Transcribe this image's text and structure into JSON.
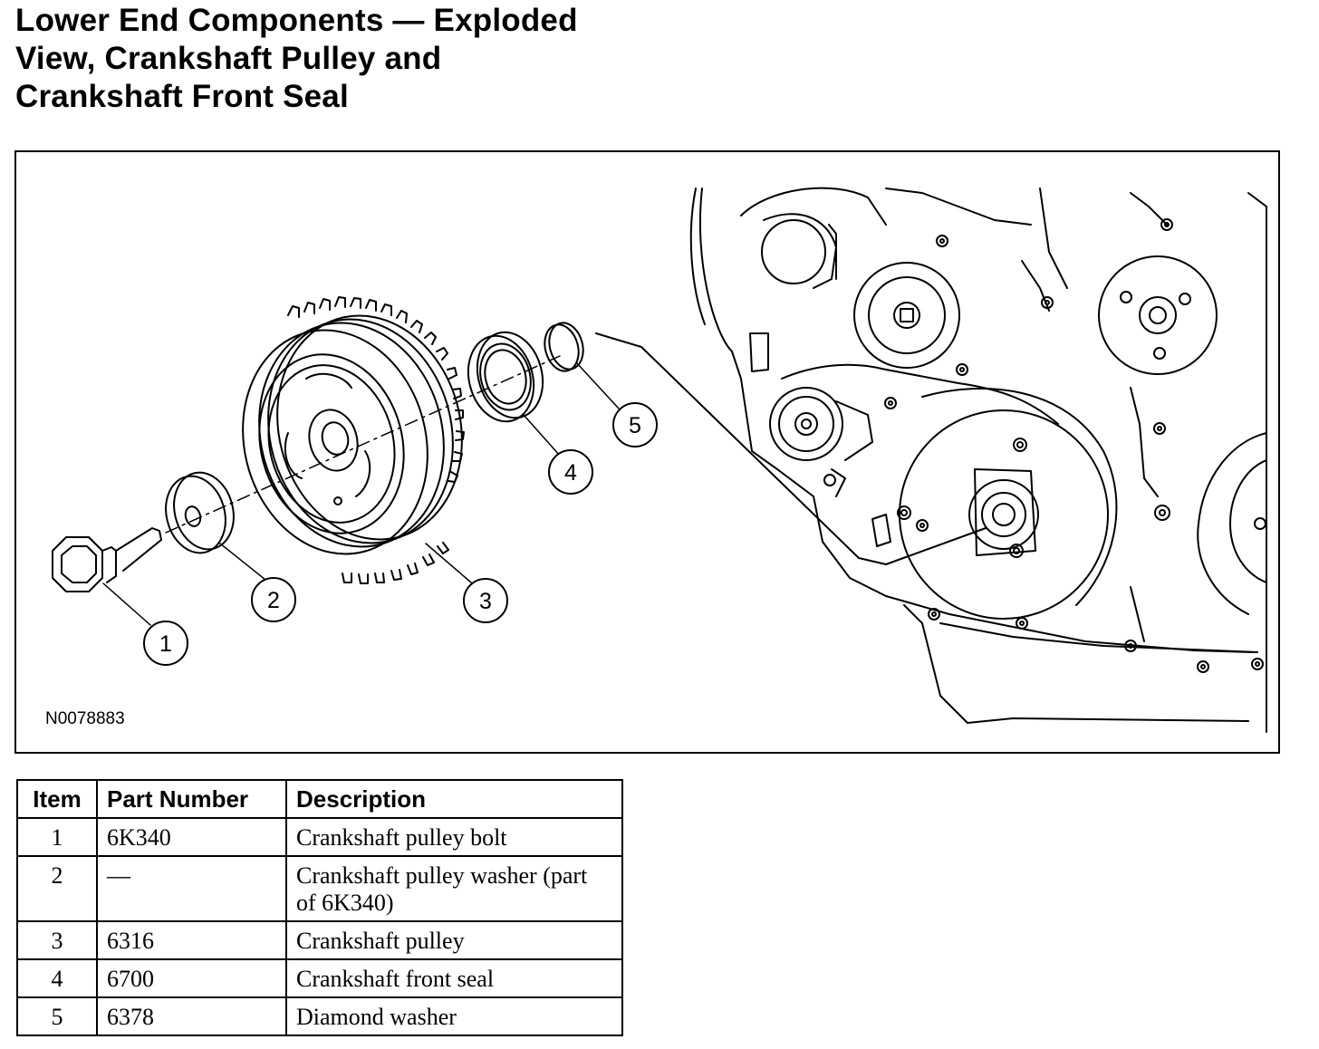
{
  "title_lines": [
    "Lower End Components — Exploded",
    "View, Crankshaft Pulley and",
    "Crankshaft Front Seal"
  ],
  "figure": {
    "figure_id": "N0078883",
    "callouts": [
      "1",
      "2",
      "3",
      "4",
      "5"
    ]
  },
  "table": {
    "headers": {
      "item": "Item",
      "part_number": "Part Number",
      "description": "Description"
    },
    "rows": [
      {
        "item": "1",
        "part_number": "6K340",
        "description": "Crankshaft pulley bolt"
      },
      {
        "item": "2",
        "part_number": "—",
        "description": "Crankshaft pulley washer (part of 6K340)"
      },
      {
        "item": "3",
        "part_number": "6316",
        "description": "Crankshaft pulley"
      },
      {
        "item": "4",
        "part_number": "6700",
        "description": "Crankshaft front seal"
      },
      {
        "item": "5",
        "part_number": "6378",
        "description": "Diamond washer"
      }
    ]
  }
}
